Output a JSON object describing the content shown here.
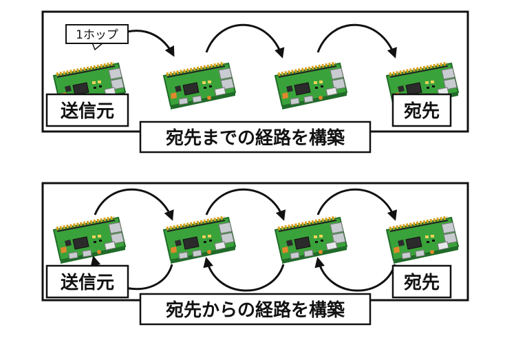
{
  "top_panel": {
    "sender_label": "送信元",
    "destination_label": "宛先",
    "caption": "宛先までの経路を構築",
    "hop_callout": "1ホップ"
  },
  "bottom_panel": {
    "sender_label": "送信元",
    "destination_label": "宛先",
    "caption": "宛先からの経路を構築"
  },
  "board_icon": "raspberry-pi-board-icon",
  "colors": {
    "board_green": "#3aa23a",
    "board_dark": "#1f6b28",
    "chip": "#2b2b2b",
    "port_silver": "#c8ccd0",
    "pin_gold": "#d9a21b",
    "outline": "#111111"
  }
}
